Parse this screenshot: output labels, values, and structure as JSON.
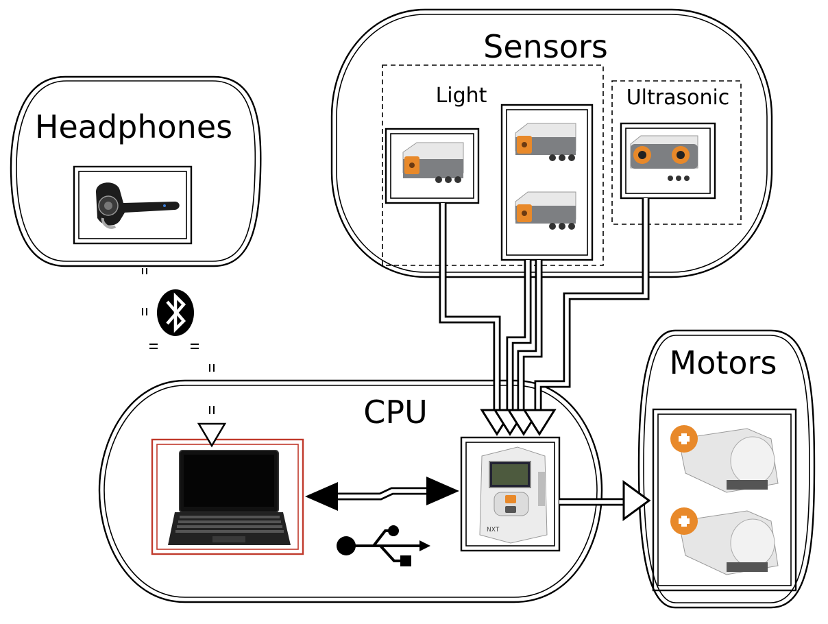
{
  "groups": {
    "headphones": {
      "label": "Headphones"
    },
    "sensors": {
      "label": "Sensors",
      "light_label": "Light",
      "ultrasonic_label": "Ultrasonic"
    },
    "cpu": {
      "label": "CPU"
    },
    "motors": {
      "label": "Motors"
    }
  },
  "icons": {
    "wireless": "bluetooth-icon",
    "wired": "usb-icon"
  },
  "colors": {
    "laptop_frame": "#c0392b",
    "lego_orange": "#e8892a",
    "lego_gray": "#7d7f82"
  },
  "nxt_brick": {
    "label": "NXT"
  }
}
